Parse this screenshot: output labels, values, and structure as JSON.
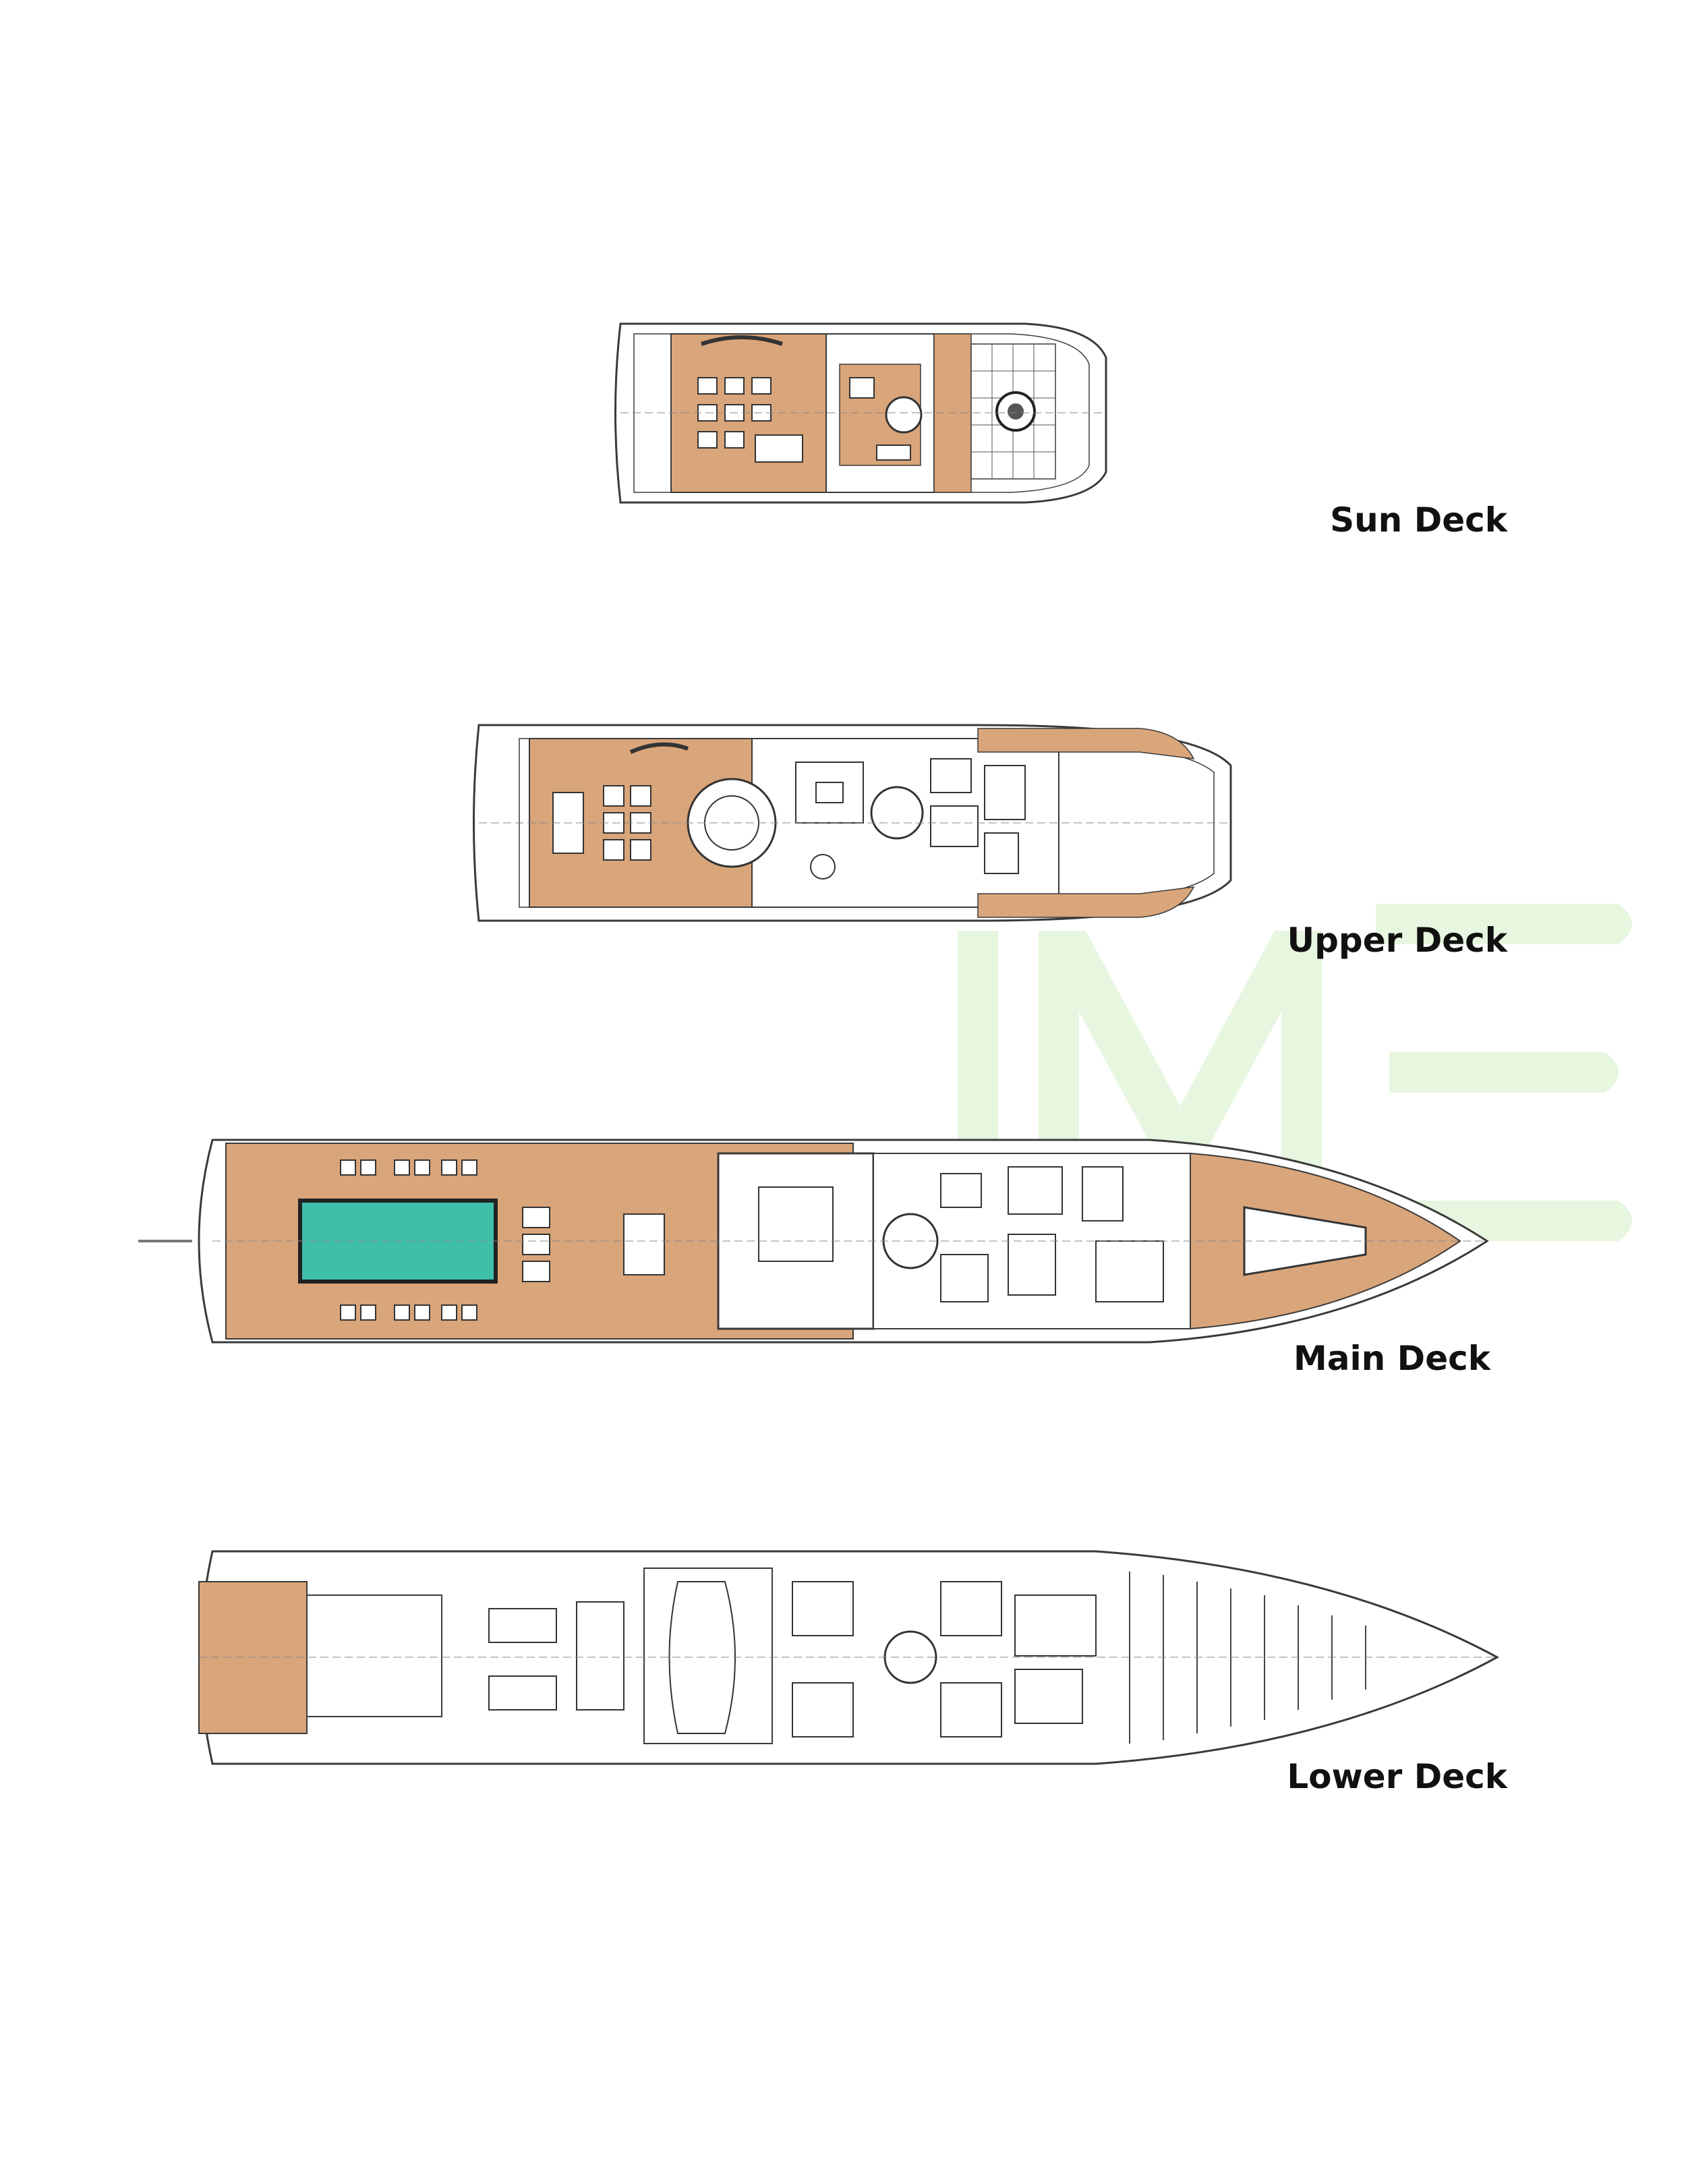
{
  "decks": [
    {
      "id": "sun",
      "label": "Sun Deck"
    },
    {
      "id": "upper",
      "label": "Upper Deck"
    },
    {
      "id": "main",
      "label": "Main Deck"
    },
    {
      "id": "lower",
      "label": "Lower Deck"
    }
  ],
  "colors": {
    "teak": "#d9a57a",
    "teak_dark": "#c38a5d",
    "pool": "#3fbfa8",
    "line": "#3a3a3a",
    "hull_fill": "#ffffff",
    "watermark": "#e3f5dc"
  },
  "watermark_icon": "me-logo-watermark"
}
